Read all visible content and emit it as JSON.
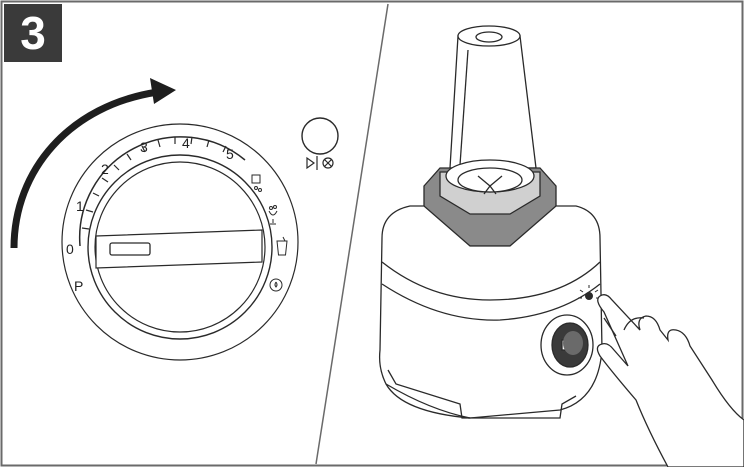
{
  "step": {
    "number": "3"
  },
  "dial": {
    "labels": [
      "P",
      "0",
      "1",
      "2",
      "3",
      "4",
      "5"
    ],
    "program_icons": [
      "smoothie-icon",
      "ice-crush-icon",
      "juice-icon",
      "clean-icon"
    ]
  },
  "button": {
    "icon": "start-stop-icon"
  },
  "colors": {
    "outline": "#2a2a2a",
    "badge": "#3a3a3a",
    "lid": "#8a8a8a"
  }
}
